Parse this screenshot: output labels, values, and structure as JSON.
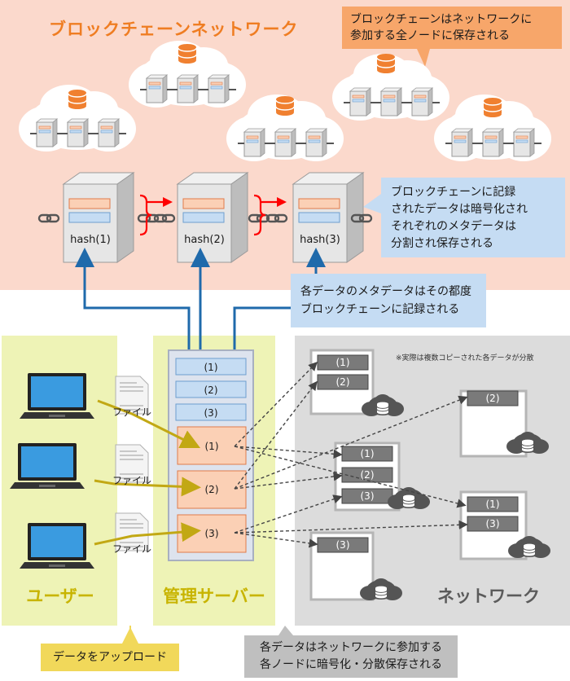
{
  "blockchain_network": {
    "title": "ブロックチェーンネットワーク",
    "callout_top": [
      "ブロックチェーンはネットワークに",
      "参加する全ノードに保存される"
    ],
    "hash_labels": [
      "hash(1)",
      "hash(2)",
      "hash(3)"
    ],
    "callout_encrypted": [
      "ブロックチェーンに記録",
      "されたデータは暗号化され",
      "それぞれのメタデータは",
      "分割され保存される"
    ],
    "callout_metadata": [
      "各データのメタデータはその都度",
      "ブロックチェーンに記録される"
    ]
  },
  "user_panel": {
    "label": "ユーザー",
    "file_label": "ファイル"
  },
  "server_panel": {
    "label": "管理サーバー",
    "meta_labels": [
      "(1)",
      "(2)",
      "(3)"
    ],
    "data_labels": [
      "(1)",
      "(2)",
      "(3)"
    ]
  },
  "network_panel": {
    "label": "ネットワーク",
    "note": "※実際は複数コピーされた各データが分散",
    "nodes": [
      {
        "slots": [
          "(1)",
          "(2)"
        ]
      },
      {
        "slots": [
          "(2)"
        ]
      },
      {
        "slots": [
          "(1)",
          "(2)",
          "(3)"
        ]
      },
      {
        "slots": [
          "(1)",
          "(3)"
        ]
      },
      {
        "slots": [
          "(3)"
        ]
      }
    ]
  },
  "callout_upload": "データをアップロード",
  "callout_distributed": [
    "各データはネットワークに参加する",
    "各ノードに暗号化・分散保存される"
  ],
  "colors": {
    "blockchain_bg": "#fbd9cc",
    "title_orange": "#ef7d22",
    "accent_blue": "#1f6aab",
    "user_bg": "#eef3b6",
    "network_bg": "#dcdcdc",
    "link_red": "#ff0000",
    "data_orange": "#fbd0b5"
  }
}
